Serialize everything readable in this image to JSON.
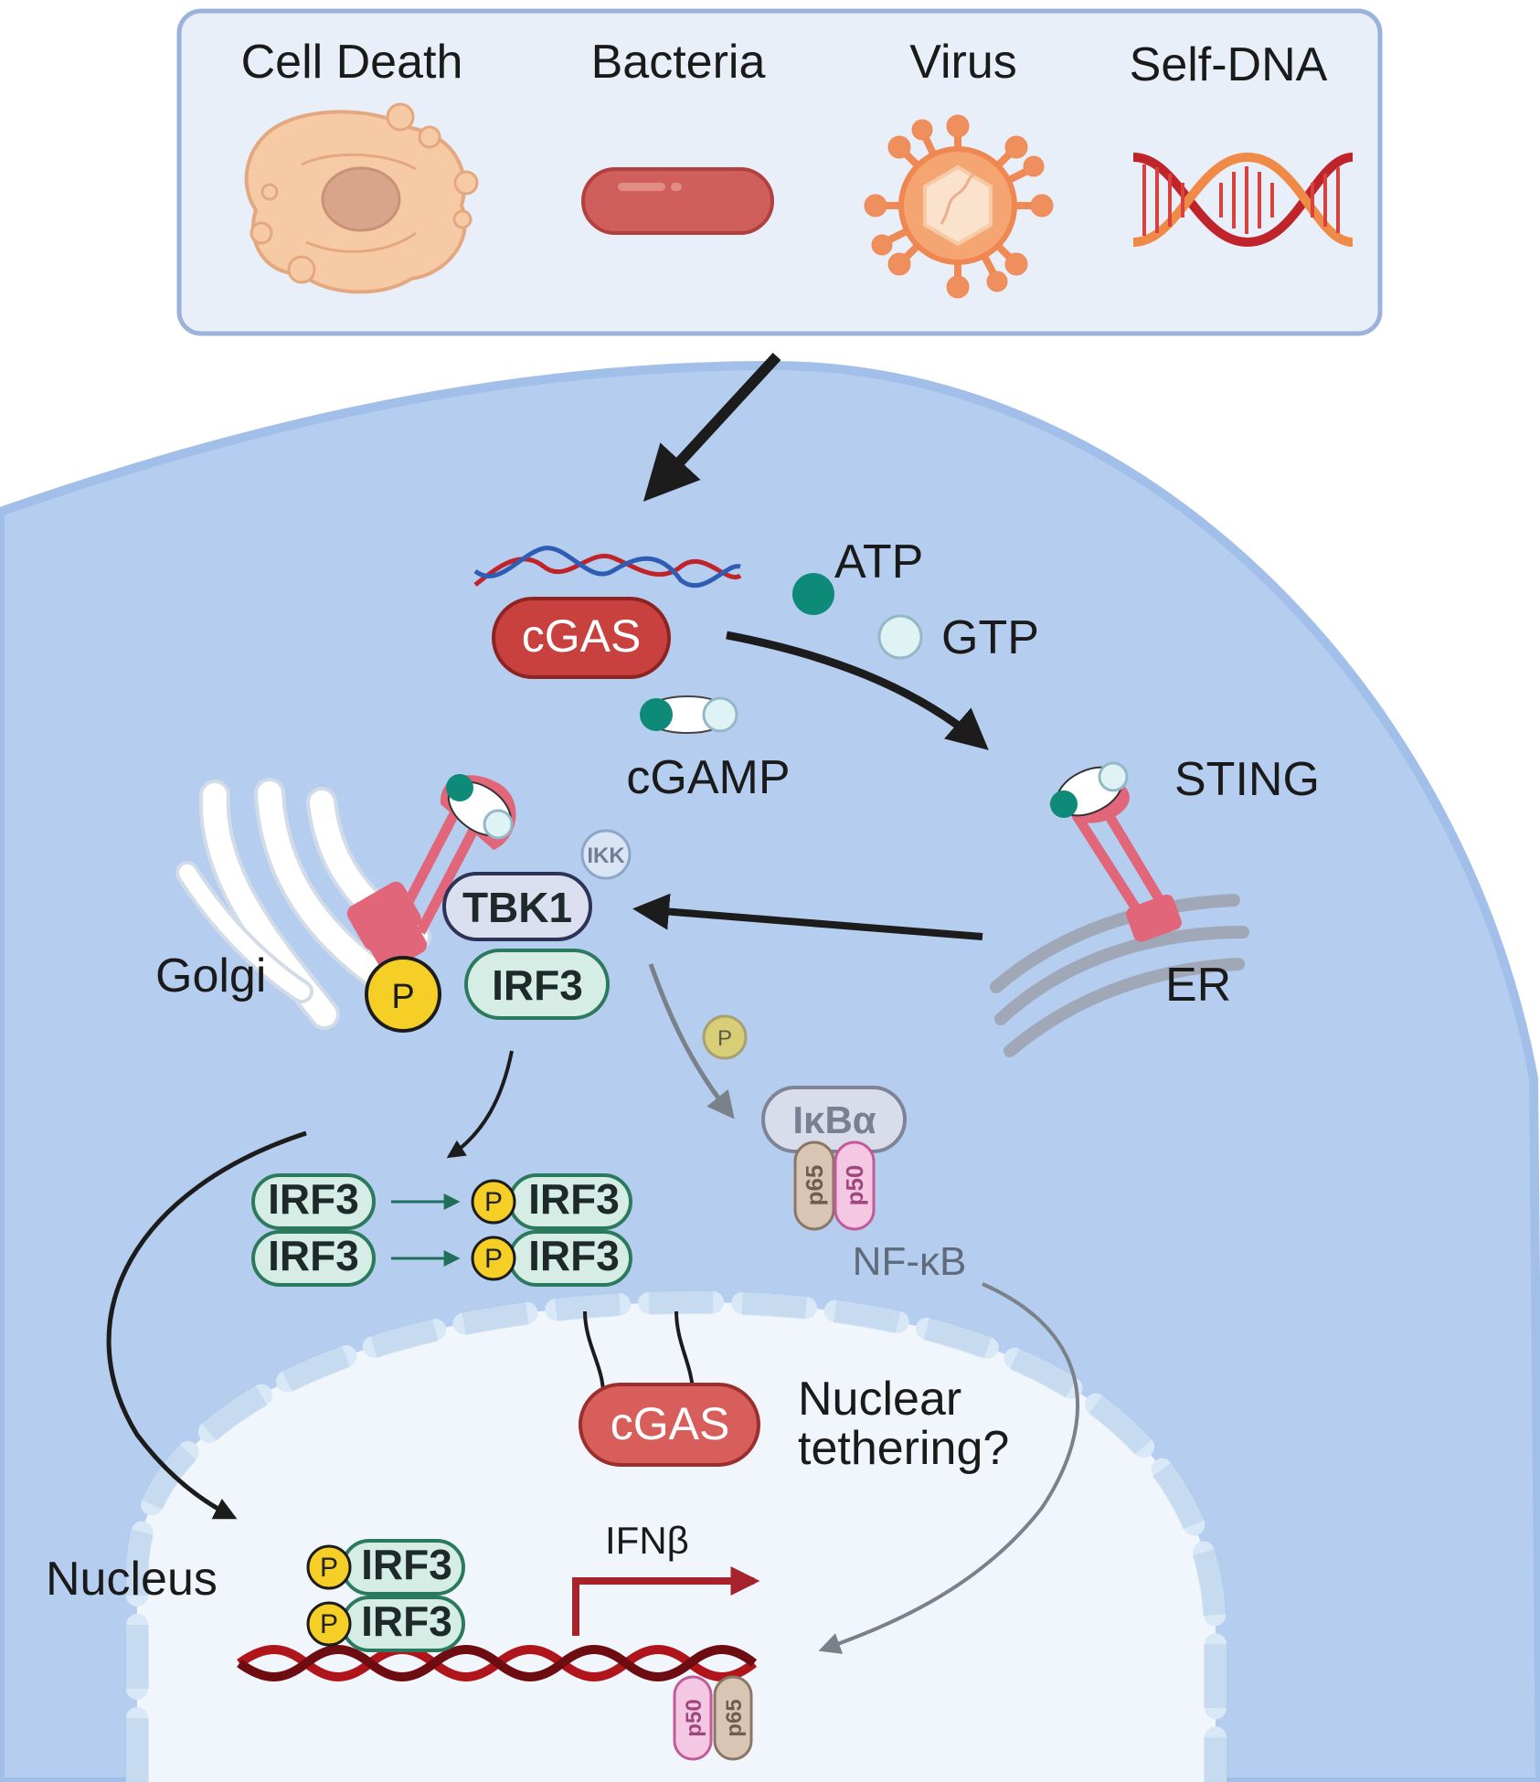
{
  "triggers": {
    "cell_death": "Cell Death",
    "bacteria": "Bacteria",
    "virus": "Virus",
    "self_dna": "Self-DNA"
  },
  "cytoplasm": {
    "cgas": "cGAS",
    "atp": "ATP",
    "gtp": "GTP",
    "cgamp": "cGAMP",
    "sting": "STING",
    "ikk": "IKK",
    "tbk1": "TBK1",
    "irf3": "IRF3",
    "p": "P",
    "golgi": "Golgi",
    "er": "ER",
    "ikba": "IκBα",
    "p65": "p65",
    "p50": "p50",
    "nfkb": "NF-κB"
  },
  "nucleus": {
    "label": "Nucleus",
    "cgas": "cGAS",
    "tether_line1": "Nuclear",
    "tether_line2": "tethering?",
    "ifnb": "IFNβ",
    "irf3": "IRF3",
    "p": "P",
    "p50": "p50",
    "p65": "p65"
  },
  "colors": {
    "cell": "#b5cdef",
    "cell_edge": "#a2bfe9",
    "nucleus": "#f1f6fc",
    "cgas": "#c9413f",
    "irf3": "#d6ede5",
    "irf3_edge": "#2c7a5e",
    "tbk1": "#dcdff0",
    "phospho": "#f6cf26",
    "sting": "#e2667a",
    "teal": "#0e8a78",
    "dna_red": "#b0151c"
  }
}
